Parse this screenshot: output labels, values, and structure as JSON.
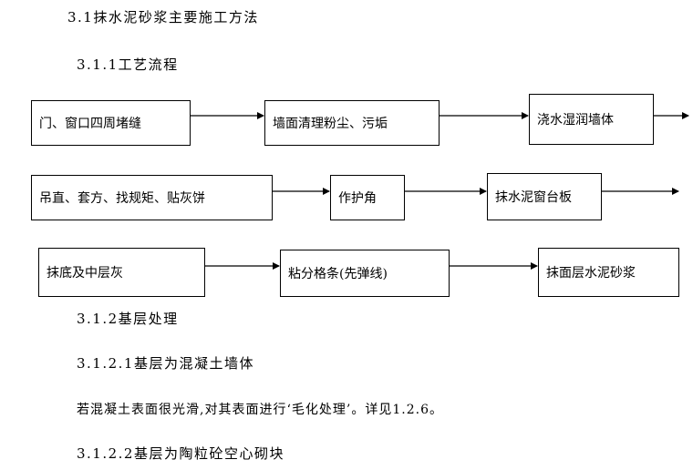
{
  "headings": {
    "h_3_1": "3.1抹水泥砂浆主要施工方法",
    "h_3_1_1": "3.1.1工艺流程",
    "h_3_1_2": "3.1.2基层处理",
    "h_3_1_2_1": "3.1.2.1基层为混凝土墙体",
    "h_3_1_2_2": "3.1.2.2基层为陶粒砼空心砌块"
  },
  "flow": {
    "row1": [
      "门、窗口四周堵缝",
      "墙面清理粉尘、污垢",
      "浇水湿润墙体"
    ],
    "row2": [
      "吊直、套方、找规矩、贴灰饼",
      "作护角",
      "抹水泥窗台板"
    ],
    "row3": [
      "抹底及中层灰",
      "粘分格条(先弹线)",
      "抹面层水泥砂浆"
    ]
  },
  "paragraph": "若混凝土表面很光滑,对其表面进行‘毛化处理’。详见1.2.6。"
}
